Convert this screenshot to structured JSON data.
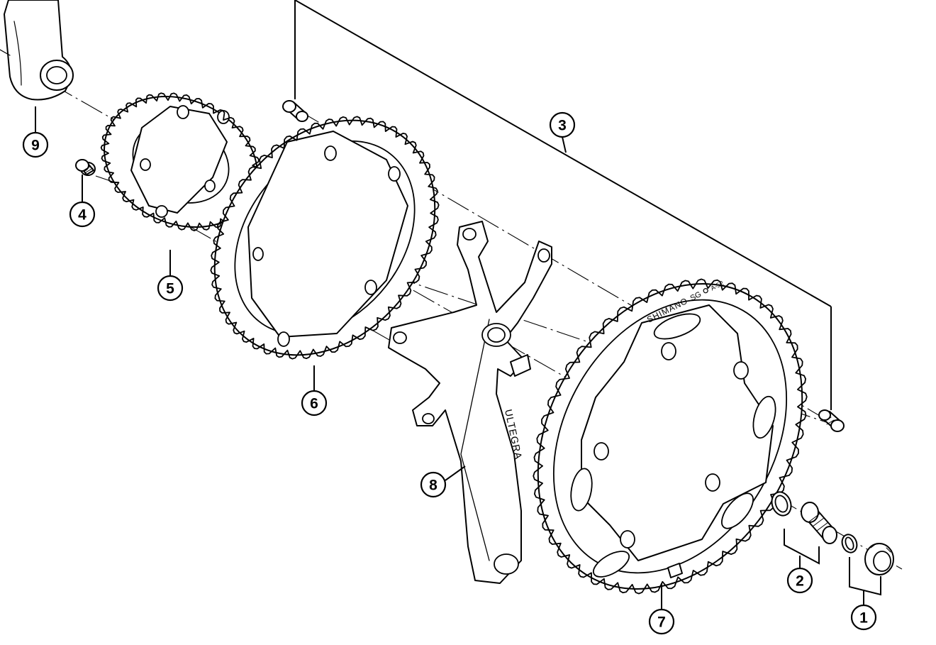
{
  "callouts": [
    {
      "id": "1",
      "label": "1"
    },
    {
      "id": "2",
      "label": "2"
    },
    {
      "id": "3",
      "label": "3"
    },
    {
      "id": "4",
      "label": "4"
    },
    {
      "id": "5",
      "label": "5"
    },
    {
      "id": "6",
      "label": "6"
    },
    {
      "id": "7",
      "label": "7"
    },
    {
      "id": "8",
      "label": "8"
    },
    {
      "id": "9",
      "label": "9"
    }
  ],
  "markings": {
    "crank_arm": "ULTEGRA",
    "chainring_brand": "SHIMANO",
    "chainring_type": "SG",
    "chainring_code": "A-52"
  },
  "colors": {
    "ink": "#000000",
    "paper": "#ffffff"
  }
}
